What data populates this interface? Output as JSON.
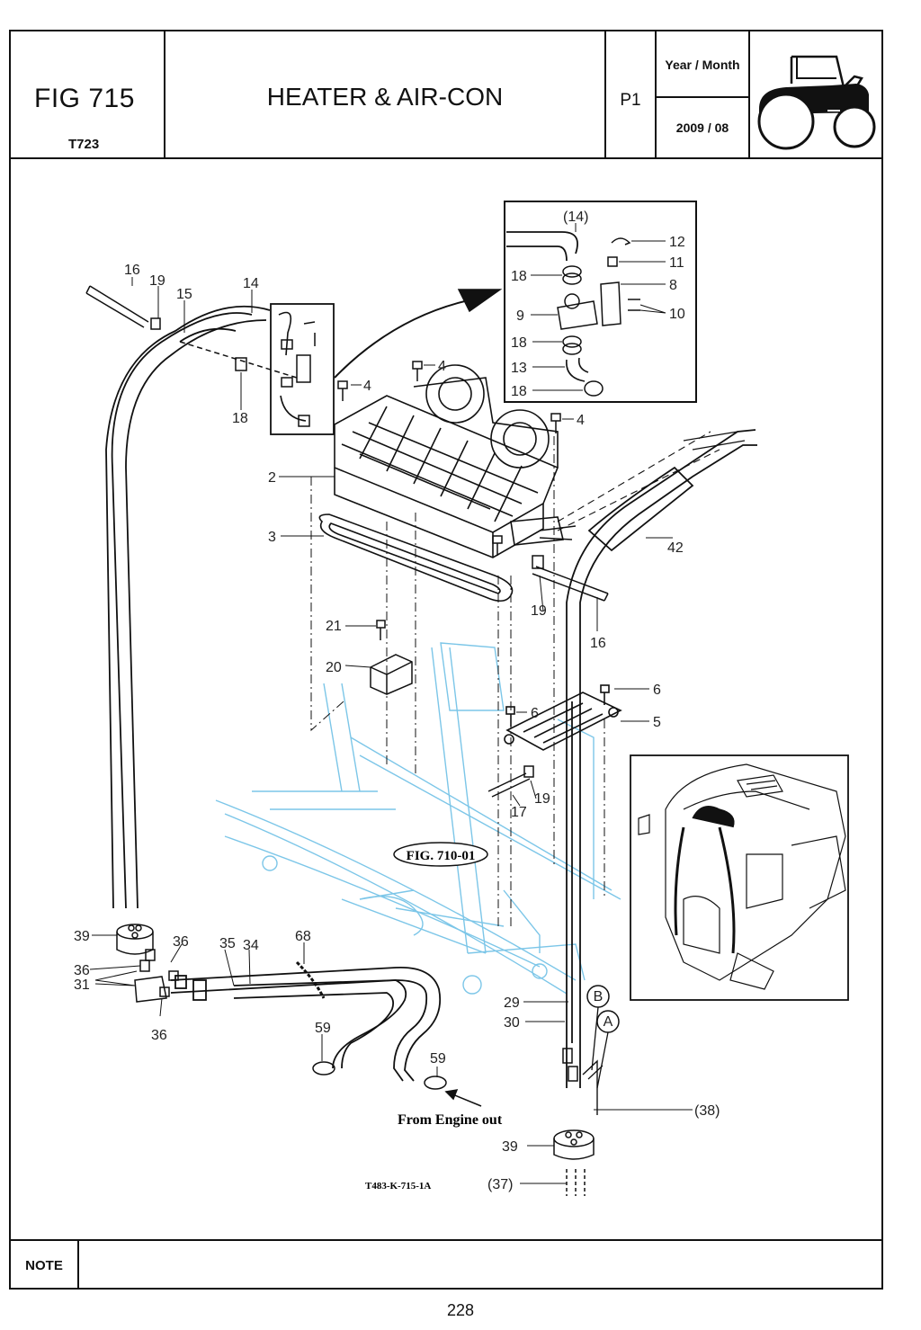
{
  "header": {
    "fig_label": "FIG 715",
    "model": "T723",
    "title": "HEATER & AIR-CON",
    "page_label": "P1",
    "year_month_label": "Year / Month",
    "year_month_value": "2009 / 08"
  },
  "diagram": {
    "part_labels": {
      "p2": "2",
      "p3": "3",
      "p4a": "4",
      "p4b": "4",
      "p4c": "4",
      "p5": "5",
      "p6a": "6",
      "p6b": "6",
      "p8": "8",
      "p9": "9",
      "p10": "10",
      "p11": "11",
      "p12": "12",
      "p13": "13",
      "p14": "14",
      "p14i": "(14)",
      "p15": "15",
      "p16a": "16",
      "p16b": "16",
      "p17": "17",
      "p18a": "18",
      "p18b": "18",
      "p18c": "18",
      "p18d": "18",
      "p19a": "19",
      "p19b": "19",
      "p19c": "19",
      "p20": "20",
      "p21": "21",
      "p29": "29",
      "p30": "30",
      "p31": "31",
      "p34": "34",
      "p35": "35",
      "p36a": "36",
      "p36b": "36",
      "p36c": "36",
      "p37": "(37)",
      "p38": "(38)",
      "p39a": "39",
      "p39b": "39",
      "p42": "42",
      "p59a": "59",
      "p59b": "59",
      "p68": "68",
      "markA": "A",
      "markB": "B"
    },
    "ref_fig": "FIG. 710-01",
    "from_engine": "From Engine out",
    "drawing_code": "T483-K-715-1A"
  },
  "footer": {
    "note_label": "NOTE",
    "page_number": "228"
  },
  "colors": {
    "frame_blue": "#7cc6e8",
    "line": "#111111"
  }
}
